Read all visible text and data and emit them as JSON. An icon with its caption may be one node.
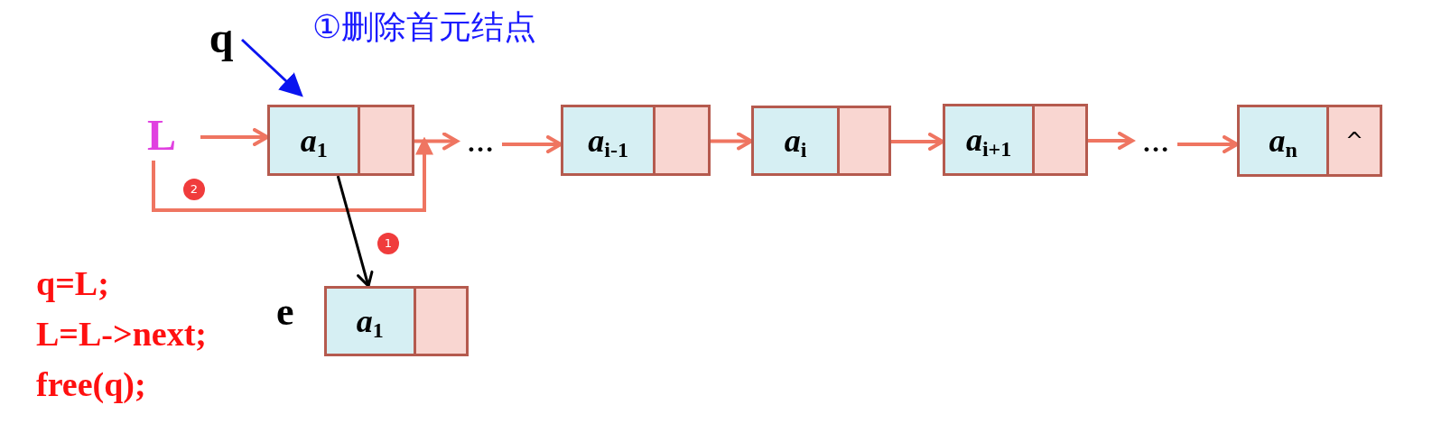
{
  "diagram": {
    "title": "①删除首元结点",
    "nodes": [
      {
        "text": [
          "q"
        ]
      },
      {
        "text": [
          "L"
        ]
      },
      {
        "text": [
          "*a*$_{1}$"
        ]
      },
      {
        "text": [
          "…"
        ]
      },
      {
        "text": [
          "*a*$_{i-1}$"
        ]
      },
      {
        "text": [
          "*a*$_{i}$"
        ]
      },
      {
        "text": [
          "*a*$_{i+1}$"
        ]
      },
      {
        "text": [
          "…"
        ]
      },
      {
        "text": [
          "*a*$_{n}$",
          "^"
        ]
      },
      {
        "text": [
          "*a*$_{1}$"
        ],
        "beside": [
          "e"
        ]
      }
    ],
    "edges": [
      {
        "from": 0,
        "to": 2,
        "arrow": "to",
        "color": "#0a14f0"
      },
      {
        "from": 1,
        "to": 2,
        "arrow": "to"
      },
      {
        "from": 2,
        "to": 3,
        "arrow": "to"
      },
      {
        "from": 3,
        "to": 4,
        "arrow": "to"
      },
      {
        "from": 4,
        "to": 5,
        "arrow": "to"
      },
      {
        "from": 5,
        "to": 6,
        "arrow": "to"
      },
      {
        "from": 6,
        "to": 7,
        "arrow": "to"
      },
      {
        "from": 7,
        "to": 8,
        "arrow": "to"
      },
      {
        "from": 1,
        "to": 2,
        "arrow": "to",
        "label": "2"
      },
      {
        "from": 2,
        "to": 9,
        "arrow": "to",
        "color": "#000000",
        "label": "1"
      }
    ],
    "labels": [
      "q=L;",
      "L=L->next;",
      "free(q);"
    ]
  }
}
